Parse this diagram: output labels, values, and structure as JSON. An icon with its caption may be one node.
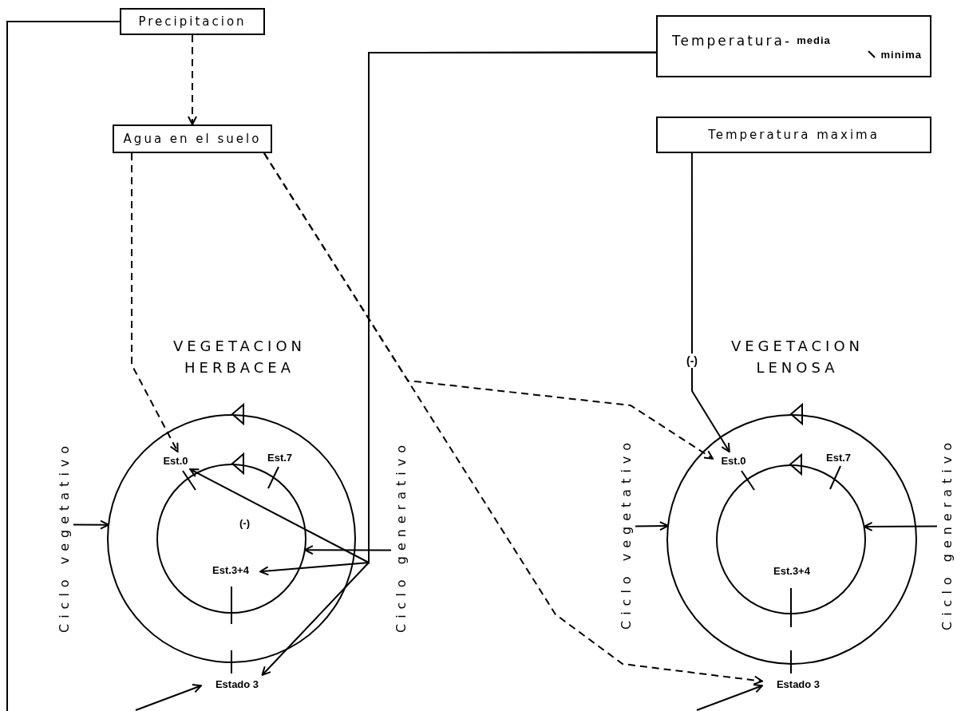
{
  "diagram": {
    "nodes": [
      {
        "text": [
          "Precipitacion"
        ]
      },
      {
        "text": [
          "Temperatura-",
          "media",
          "minima"
        ]
      },
      {
        "text": [
          "Agua en el suelo"
        ]
      },
      {
        "text": [
          "Temperatura maxima"
        ]
      },
      {
        "text": [
          "Ciclo vegetativo"
        ]
      },
      {
        "text": [],
        "shape": "circle"
      },
      {
        "text": [],
        "shape": "circle",
        "in": 5
      },
      {
        "text": [
          "Est.0"
        ],
        "in": 5
      },
      {
        "text": [
          "Est.3+4"
        ],
        "in": 6
      },
      {
        "text": [
          "Estado 3"
        ]
      },
      {
        "text": [
          "Ciclo generativo"
        ]
      },
      {
        "text": [
          "Ciclo vegetativo"
        ]
      },
      {
        "text": [],
        "shape": "circle"
      },
      {
        "text": [],
        "shape": "circle",
        "in": 12
      },
      {
        "text": [
          "Est.0"
        ],
        "in": 12
      },
      {
        "text": [
          "Est.3+4"
        ],
        "in": 13
      },
      {
        "text": [
          "Estado 3"
        ]
      },
      {
        "text": [
          "Ciclo generativo"
        ]
      }
    ],
    "edges": [
      {
        "from": 0,
        "to": 2,
        "arrow": "to",
        "style": "dashed"
      },
      {
        "from": 0,
        "to": null,
        "arrow": "none"
      },
      {
        "from": null,
        "to": 9,
        "arrow": "to"
      },
      {
        "from": null,
        "to": 16,
        "arrow": "to"
      },
      {
        "from": 2,
        "to": 7,
        "arrow": "to",
        "style": "dashed"
      },
      {
        "from": 2,
        "to": 16,
        "arrow": "to",
        "style": "dashed"
      },
      {
        "from": 2,
        "to": 14,
        "arrow": "to",
        "style": "dashed"
      },
      {
        "from": 1,
        "to": 7,
        "arrow": "to"
      },
      {
        "from": 1,
        "to": 8,
        "arrow": "to"
      },
      {
        "from": 1,
        "to": 9,
        "arrow": "to"
      },
      {
        "from": 3,
        "to": 14,
        "arrow": "to",
        "label": "(-)"
      },
      {
        "from": 4,
        "to": 5,
        "arrow": "to"
      },
      {
        "from": 10,
        "to": 6,
        "arrow": "to"
      },
      {
        "from": 11,
        "to": 12,
        "arrow": "to"
      },
      {
        "from": 17,
        "to": 13,
        "arrow": "to"
      }
    ],
    "labels": [
      "VEGETACION HERBACEA",
      "VEGETACION LENOSA",
      "Est.7",
      "Est.7",
      "(-)"
    ]
  }
}
